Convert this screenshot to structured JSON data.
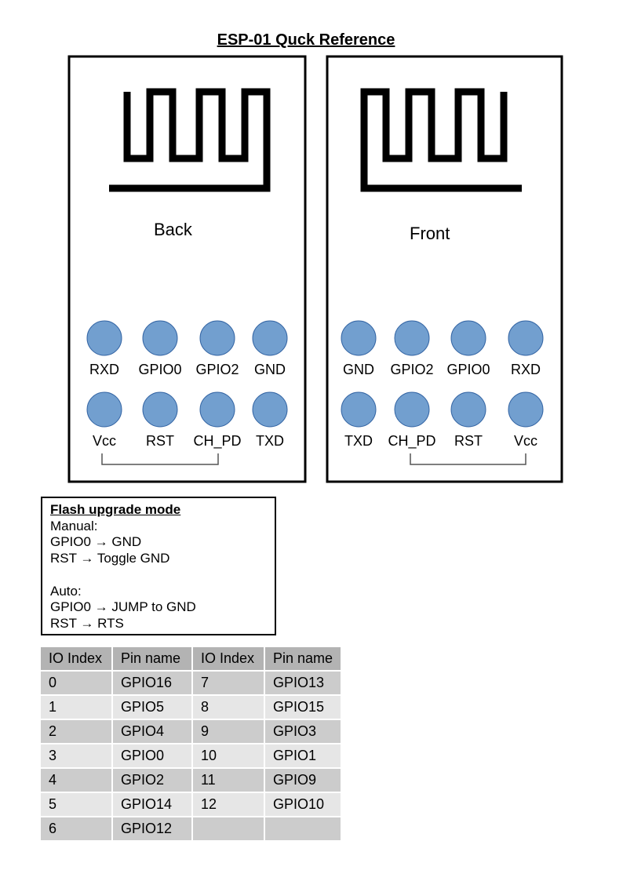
{
  "title": "ESP-01 Quck Reference",
  "back": {
    "label": "Back",
    "top_pins": [
      "RXD",
      "GPIO0",
      "GPIO2",
      "GND"
    ],
    "bottom_pins": [
      "Vcc",
      "RST",
      "CH_PD",
      "TXD"
    ]
  },
  "front": {
    "label": "Front",
    "top_pins": [
      "GND",
      "GPIO2",
      "GPIO0",
      "RXD"
    ],
    "bottom_pins": [
      "TXD",
      "CH_PD",
      "RST",
      "Vcc"
    ]
  },
  "colors": {
    "pin_fill": "#729fcf",
    "pin_stroke": "#3465a4"
  },
  "flash": {
    "heading": "Flash upgrade mode",
    "lines": [
      "Manual:",
      "GPIO0 → GND",
      "RST → Toggle GND",
      "",
      "Auto:",
      "GPIO0 → JUMP to GND",
      "RST → RTS"
    ]
  },
  "table": {
    "headers": [
      "IO Index",
      "Pin name",
      "IO Index",
      "Pin name"
    ],
    "rows": [
      [
        "0",
        "GPIO16",
        "7",
        "GPIO13"
      ],
      [
        "1",
        "GPIO5",
        "8",
        "GPIO15"
      ],
      [
        "2",
        "GPIO4",
        "9",
        "GPIO3"
      ],
      [
        "3",
        "GPIO0",
        "10",
        "GPIO1"
      ],
      [
        "4",
        "GPIO2",
        "11",
        "GPIO9"
      ],
      [
        "5",
        "GPIO14",
        "12",
        "GPIO10"
      ],
      [
        "6",
        "GPIO12",
        "",
        ""
      ]
    ]
  }
}
